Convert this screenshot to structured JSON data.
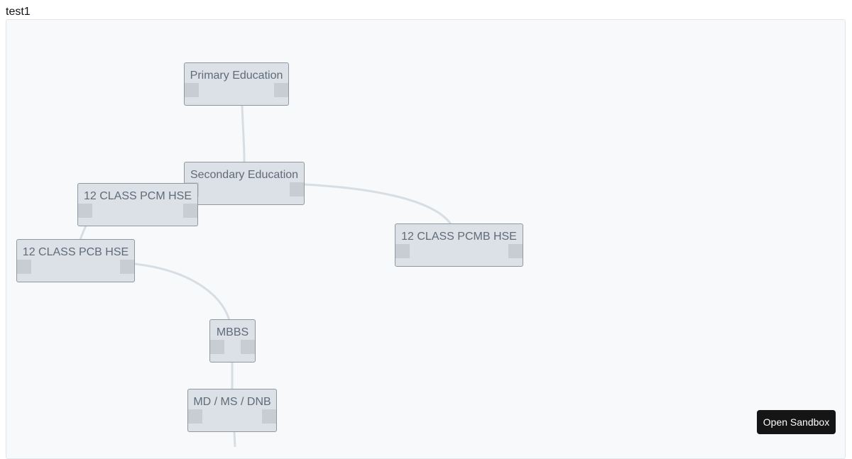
{
  "page": {
    "title": "test1"
  },
  "diagram": {
    "background": "#f7f9fb",
    "node_fill": "#dce1e7",
    "edge_color": "#d7dee3",
    "nodes": [
      {
        "id": "primary",
        "label": "Primary Education"
      },
      {
        "id": "secondary",
        "label": "Secondary Education"
      },
      {
        "id": "pcm",
        "label": "12 CLASS PCM HSE"
      },
      {
        "id": "pcb",
        "label": "12 CLASS PCB HSE"
      },
      {
        "id": "pcmb",
        "label": "12 CLASS PCMB HSE"
      },
      {
        "id": "mbbs",
        "label": "MBBS"
      },
      {
        "id": "md",
        "label": "MD / MS / DNB"
      }
    ],
    "edges": [
      {
        "from": "primary",
        "to": "secondary"
      },
      {
        "from": "secondary",
        "to": "pcmb"
      },
      {
        "from": "pcm",
        "to": "pcb"
      },
      {
        "from": "pcb",
        "to": "mbbs"
      },
      {
        "from": "mbbs",
        "to": "md"
      },
      {
        "from": "md",
        "to": "(offscreen)"
      }
    ]
  },
  "actions": {
    "open_sandbox": "Open Sandbox"
  }
}
